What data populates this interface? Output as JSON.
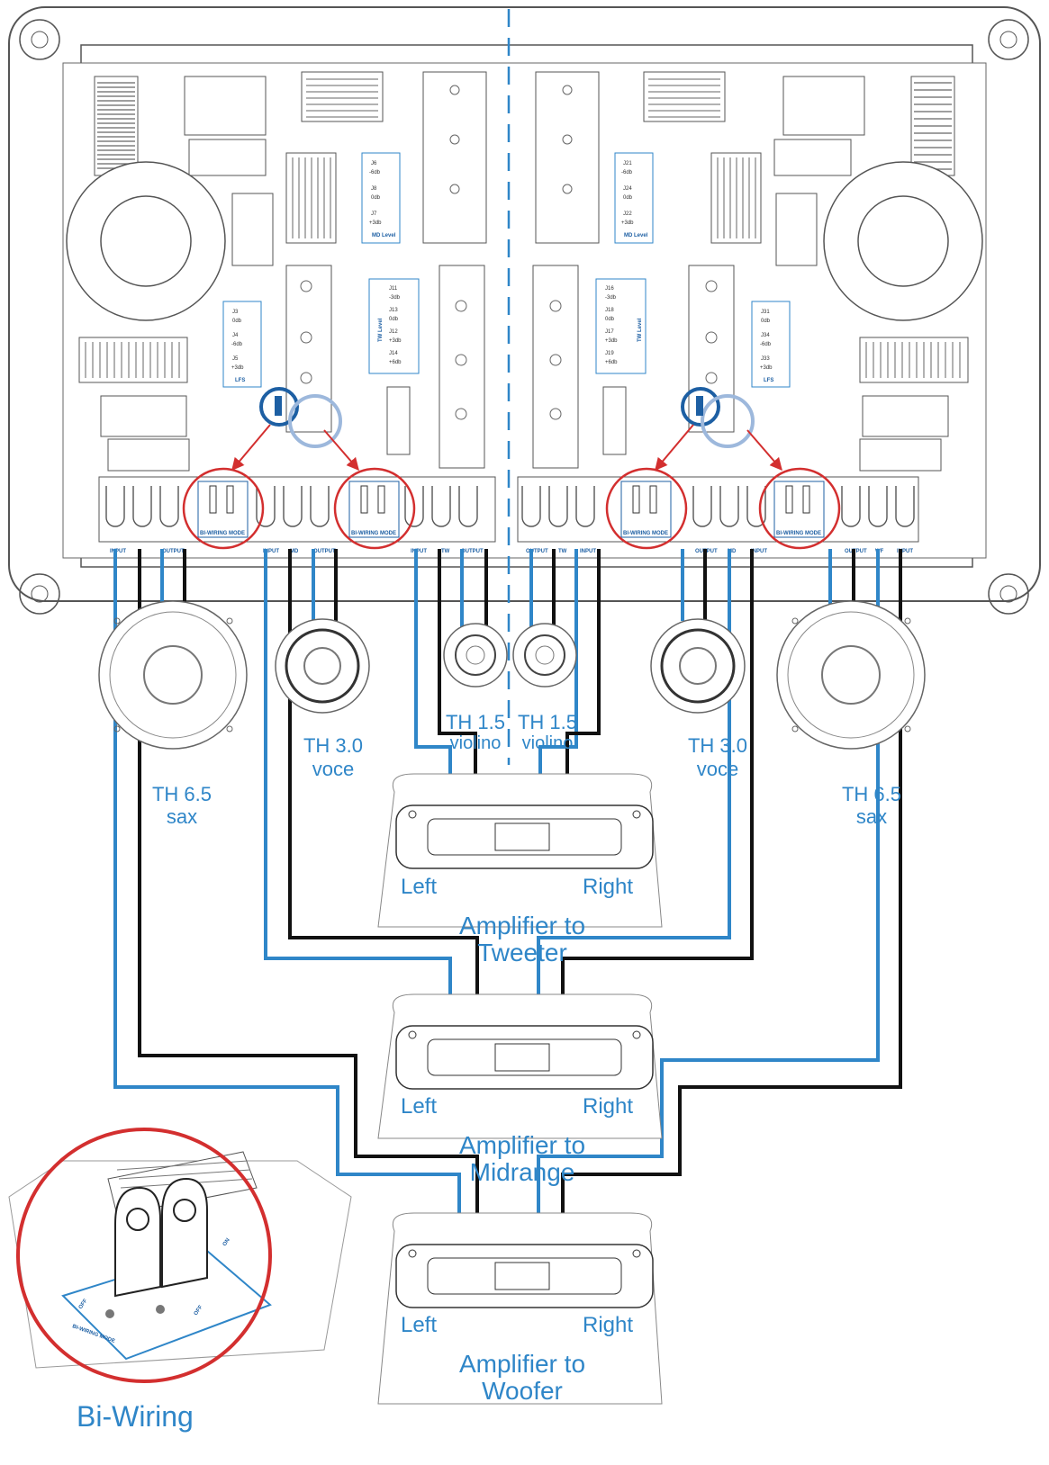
{
  "speakers": [
    {
      "id": "woofer-left",
      "model": "TH 6.5",
      "role": "sax"
    },
    {
      "id": "mid-left",
      "model": "TH 3.0",
      "role": "voce"
    },
    {
      "id": "tweeter-left",
      "model": "TH 1.5",
      "role": "violino"
    },
    {
      "id": "tweeter-right",
      "model": "TH 1.5",
      "role": "violino"
    },
    {
      "id": "mid-right",
      "model": "TH 3.0",
      "role": "voce"
    },
    {
      "id": "woofer-right",
      "model": "TH 6.5",
      "role": "sax"
    }
  ],
  "amplifiers": [
    {
      "title_line1": "Amplifier to",
      "title_line2": "Tweeter",
      "left": "Left",
      "right": "Right"
    },
    {
      "title_line1": "Amplifier to",
      "title_line2": "Midrange",
      "left": "Left",
      "right": "Right"
    },
    {
      "title_line1": "Amplifier to",
      "title_line2": "Woofer",
      "left": "Left",
      "right": "Right"
    }
  ],
  "biwiring_callout": {
    "caption": "Bi-Wiring",
    "switch_label": "BI-WIRING MODE",
    "off": "OFF",
    "on": "ON"
  },
  "board": {
    "jumper_groups": [
      {
        "title": "MD Level",
        "jumpers": [
          "J6",
          "J8",
          "J7"
        ],
        "values": [
          "-6db",
          "0db",
          "+3db"
        ]
      },
      {
        "title": "MD Level",
        "jumpers": [
          "J21",
          "J24",
          "J22"
        ],
        "values": [
          "-6db",
          "0db",
          "+3db"
        ]
      },
      {
        "title": "LFS",
        "jumpers": [
          "J3",
          "J4",
          "J5"
        ],
        "values": [
          "0db",
          "-6db",
          "+3db"
        ]
      },
      {
        "title": "TW Level",
        "jumpers": [
          "J11",
          "J13",
          "J12",
          "J14"
        ],
        "values": [
          "-3db",
          "0db",
          "+3db",
          "+6db"
        ]
      },
      {
        "title": "TW Level",
        "jumpers": [
          "J16",
          "J18",
          "J17",
          "J19"
        ],
        "values": [
          "-3db",
          "0db",
          "+3db",
          "+6db"
        ]
      },
      {
        "title": "LFS",
        "jumpers": [
          "J31",
          "J34",
          "J33"
        ],
        "values": [
          "0db",
          "-6db",
          "+3db"
        ]
      }
    ],
    "terminal_labels": [
      "INPUT",
      "OUTPUT",
      "INPUT",
      "MD",
      "OUTPUT",
      "INPUT",
      "TW",
      "OUTPUT",
      "OUTPUT",
      "TW",
      "INPUT",
      "OUTPUT",
      "MD",
      "INPUT",
      "OUTPUT",
      "WF",
      "INPUT"
    ],
    "switch_text": {
      "off_on": "OFF ON",
      "mode": "BI-WIRING MODE"
    }
  },
  "colors": {
    "blue_wire": "#2f86c8",
    "black_wire": "#111111",
    "callout": "#d32f2f",
    "label": "#2f86c8",
    "line": "#555555"
  }
}
